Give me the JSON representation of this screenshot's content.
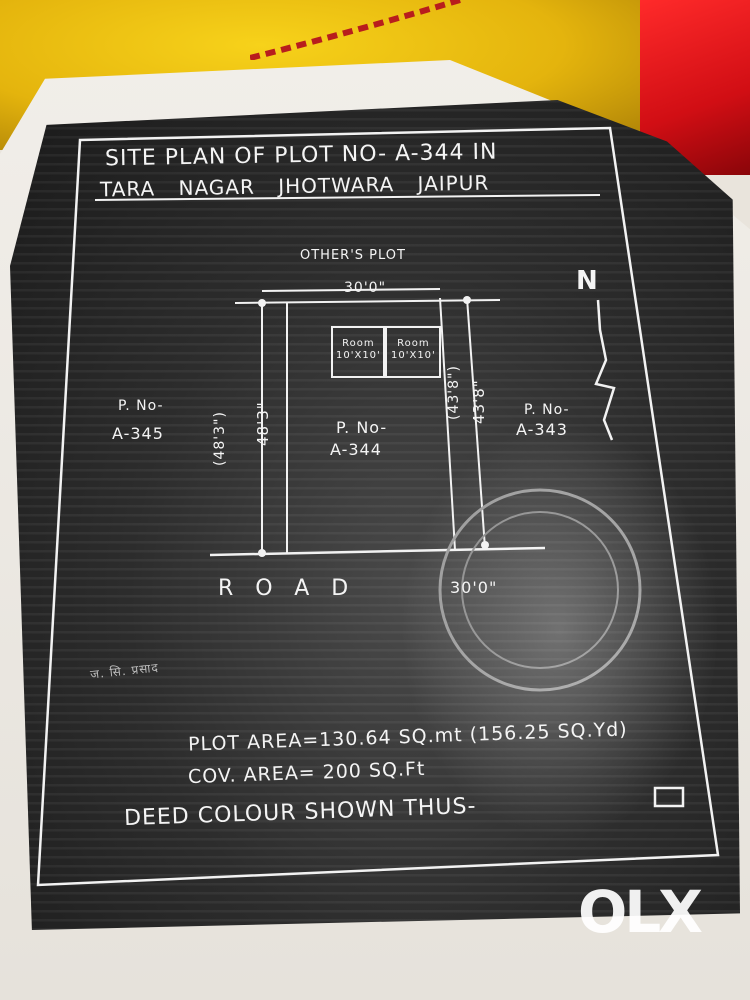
{
  "document": {
    "title_line1": "SITE PLAN OF PLOT NO- A-344 IN",
    "title_line2": "TARA NAGAR JHOTWARA JAIPUR",
    "north_label": "N",
    "others_plot": "OTHER'S PLOT",
    "top_width": "30'0\"",
    "room1": [
      "Room",
      "10'X10'"
    ],
    "room2": [
      "Room",
      "10'X10'"
    ],
    "main_plot": [
      "P. No-",
      "A-344"
    ],
    "left_plot": [
      "P. No-",
      "A-345"
    ],
    "right_plot": [
      "P. No-",
      "A-343"
    ],
    "left_dim_outer": "(48'3\")",
    "left_dim_inner": "48'3\"",
    "right_dim_outer": "(43'8\")",
    "right_dim_inner": "43'8\"",
    "road_label": "ROAD",
    "road_width": "30'0\"",
    "stamp_text": "ज. सि. प्रसाद",
    "plot_area": "PLOT AREA=130.64 SQ.mt (156.25 SQ.Yd)",
    "covered_area": "COV. AREA= 200 SQ.Ft",
    "deed_colour": "DEED COLOUR SHOWN THUS-"
  },
  "watermark": {
    "brand": "OLX"
  },
  "colors": {
    "photocopy_bg": "#2c2c2c",
    "ink": "#f4f4f4",
    "bag_yellow": "#e4b40d",
    "bag_red": "#d10e14"
  }
}
